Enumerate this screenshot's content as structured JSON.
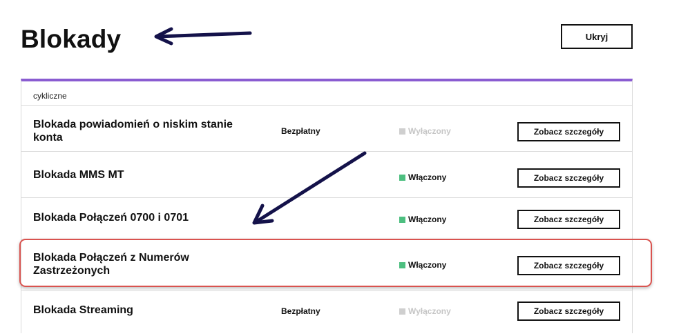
{
  "page": {
    "title": "Blokady",
    "hide_label": "Ukryj"
  },
  "section": {
    "label": "cykliczne"
  },
  "rows": [
    {
      "name": "Blokada powiadomień o niskim stanie konta",
      "price": "Bezpłatny",
      "status": "Wyłączony",
      "status_on": false,
      "button": "Zobacz szczegóły"
    },
    {
      "name": "Blokada MMS MT",
      "price": "",
      "status": "Włączony",
      "status_on": true,
      "button": "Zobacz szczegóły"
    },
    {
      "name": "Blokada Połączeń 0700 i 0701",
      "price": "",
      "status": "Włączony",
      "status_on": true,
      "button": "Zobacz szczegóły"
    },
    {
      "name": "Blokada Połączeń z Numerów Zastrzeżonych",
      "price": "",
      "status": "Włączony",
      "status_on": true,
      "button": "Zobacz szczegóły"
    },
    {
      "name": "Blokada Streaming",
      "price": "Bezpłatny",
      "status": "Wyłączony",
      "status_on": false,
      "button": "Zobacz szczegóły"
    }
  ],
  "colors": {
    "accent": "#8a5cd1",
    "status_on": "#4dbf80",
    "status_off": "#cfcfcf",
    "highlight_border": "#d9534f",
    "annotation_arrow": "#14124a"
  },
  "icons": {
    "annotation": "arrow-icon"
  }
}
